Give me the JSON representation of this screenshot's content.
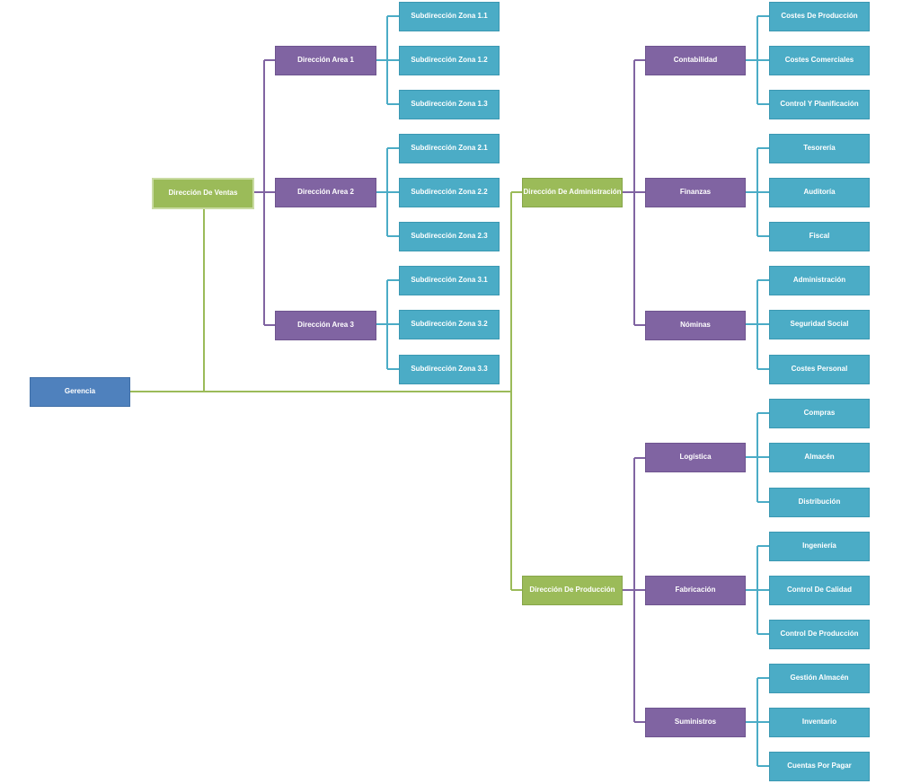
{
  "colors": {
    "root": "#4f81bd",
    "director": "#9bbb59",
    "area": "#8064a2",
    "sub": "#4bacc6"
  },
  "org": {
    "root": {
      "label": "Gerencia"
    },
    "directors": [
      {
        "label": "Dirección De Ventas",
        "areas": [
          {
            "label": "Dirección Area 1",
            "subs": [
              "Subdirección Zona 1.1",
              "Subdirección Zona 1.2",
              "Subdirección Zona 1.3"
            ]
          },
          {
            "label": "Dirección Area 2",
            "subs": [
              "Subdirección Zona 2.1",
              "Subdirección Zona 2.2",
              "Subdirección Zona 2.3"
            ]
          },
          {
            "label": "Dirección Area 3",
            "subs": [
              "Subdirección Zona 3.1",
              "Subdirección Zona 3.2",
              "Subdirección Zona 3.3"
            ]
          }
        ]
      },
      {
        "label": "Dirección De Administración",
        "areas": [
          {
            "label": "Contabilidad",
            "subs": [
              "Costes De Producción",
              "Costes Comerciales",
              "Control Y Planificación"
            ]
          },
          {
            "label": "Finanzas",
            "subs": [
              "Tesorería",
              "Auditoría",
              "Fiscal"
            ]
          },
          {
            "label": "Nóminas",
            "subs": [
              "Administración",
              "Seguridad Social",
              "Costes Personal"
            ]
          }
        ]
      },
      {
        "label": "Dirección De Producción",
        "areas": [
          {
            "label": "Logística",
            "subs": [
              "Compras",
              "Almacén",
              "Distribución"
            ]
          },
          {
            "label": "Fabricación",
            "subs": [
              "Ingeniería",
              "Control De Calidad",
              "Control De Producción"
            ]
          },
          {
            "label": "Suministros",
            "subs": [
              "Gestión Almacén",
              "Inventario",
              "Cuentas Por Pagar"
            ]
          }
        ]
      }
    ]
  }
}
